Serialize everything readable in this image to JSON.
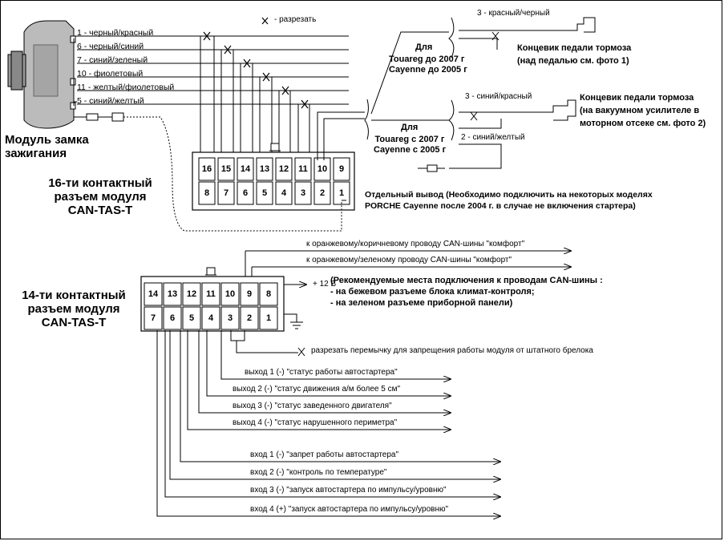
{
  "cut_legend": "- разрезать",
  "ignition": {
    "title": "Модуль замка\nзажигания",
    "wires": [
      "1 - черный/красный",
      "6 - черный/синий",
      "7 - синий/зеленый",
      "10 - фиолетовый",
      "11 - желтый/фиолетовый",
      "5 - синий/желтый"
    ]
  },
  "conn16": {
    "title": "16-ти контактный\nразъем модуля\nCAN-TAS-T",
    "top_pins": [
      "16",
      "15",
      "14",
      "13",
      "12",
      "11",
      "10",
      "9"
    ],
    "bottom_pins": [
      "8",
      "7",
      "6",
      "5",
      "4",
      "3",
      "2",
      "1"
    ]
  },
  "brake_upper": {
    "for_label": "Для",
    "models": "Touareg до 2007 г\nCayenne до 2005 г",
    "wire": "3 - красный/черный",
    "title": "Концевик педали тормоза\n(над педалью см. фото 1)"
  },
  "brake_lower": {
    "for_label": "Для",
    "models": "Touareg с 2007 г\nCayenne с 2005 г",
    "wire1": "3 - синий/красный",
    "wire2": "2 - синий/желтый",
    "title": "Концевик педали тормоза\n(на вакуумном усилителе в\nмоторном отсеке см. фото 2)"
  },
  "separate_output": "Отдельный вывод (Необходимо подключить на некоторых моделях\nPORCHE Cayenne после 2004 г. в случае не включения стартера)",
  "can": {
    "orange_brown": "к оранжевому/коричневому проводу CAN-шины \"комфорт\"",
    "orange_green": "к оранжевому/зеленому проводу CAN-шины \"комфорт\"",
    "note": "(Рекомендуемые места подключения к проводам CAN-шины :\n- на бежевом разъеме блока климат-контроля;\n- на зеленом разъеме приборной панели)"
  },
  "conn14": {
    "title": "14-ти контактный\nразъем модуля\nCAN-TAS-T",
    "top_pins": [
      "14",
      "13",
      "12",
      "11",
      "10",
      "9",
      "8"
    ],
    "bottom_pins": [
      "7",
      "6",
      "5",
      "4",
      "3",
      "2",
      "1"
    ],
    "plus12": "+ 12 В"
  },
  "jumper_cut": "разрезать перемычку для запрещения работы модуля от штатного брелока",
  "outputs": [
    "выход 1 (-) \"статус работы автостартера\"",
    "выход 2 (-) \"статус движения а/м более 5 см\"",
    "выход 3 (-) \"статус заведенного двигателя\"",
    "выход 4 (-) \"статус нарушенного периметра\""
  ],
  "inputs": [
    "вход 1 (-) \"запрет работы автостартера\"",
    "вход 2 (-) \"контроль по температуре\"",
    "вход 3 (-) \"запуск автостартера по импульсу/уровню\"",
    "вход 4 (+) \"запуск автостартера по импульсу/уровню\""
  ]
}
